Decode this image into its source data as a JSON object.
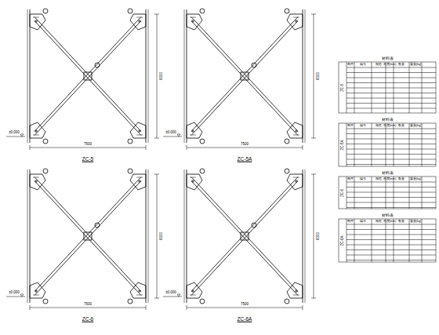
{
  "diagram": {
    "labels": [
      "ZC-5",
      "ZC-5A",
      "ZC-6",
      "ZC-6A",
      "7500",
      "7500",
      "7500",
      "7500",
      "6000",
      "6000",
      "6000",
      "6000",
      "±0.000",
      "±0.000",
      "±0.000",
      "±0.000",
      "材料表",
      "ZC-5",
      "材料表",
      "ZC-5A",
      "材料表",
      "ZC-6",
      "材料表",
      "ZC-6A",
      "构件",
      "编号",
      "规格",
      "长度(mm)",
      "数量",
      "重量(kg)",
      "构件",
      "编号",
      "规格",
      "长度(mm)",
      "数量",
      "重量(kg)",
      "构件",
      "编号",
      "规格",
      "长度(mm)",
      "数量",
      "重量(kg)",
      "构件",
      "编号",
      "规格",
      "长度(mm)",
      "数量",
      "重量(kg)"
    ]
  }
}
